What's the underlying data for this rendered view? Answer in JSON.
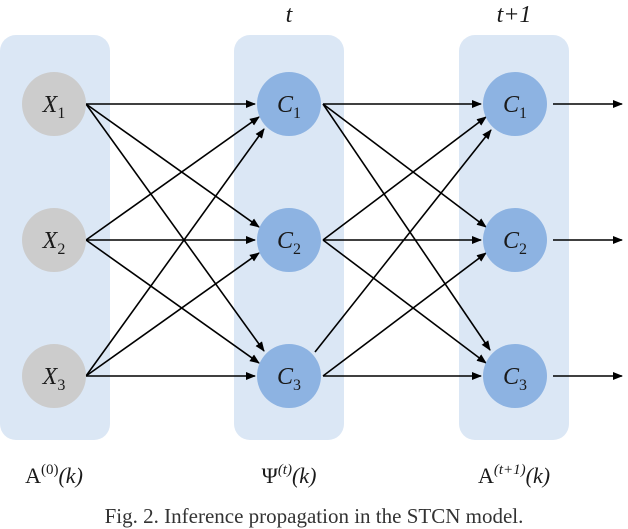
{
  "columns": [
    {
      "id": "input",
      "lane_label_base": "A",
      "lane_label_sup": "(0)",
      "lane_label_arg": "(k)",
      "header": ""
    },
    {
      "id": "hidden_t",
      "lane_label_base": "Ψ",
      "lane_label_sup": "(t)",
      "lane_label_arg": "(k)",
      "header": "t"
    },
    {
      "id": "hidden_t1",
      "lane_label_base": "A",
      "lane_label_sup": "(t+1)",
      "lane_label_arg": "(k)",
      "header": "t+1"
    }
  ],
  "nodes": {
    "input": [
      {
        "id": "x1",
        "letter": "X",
        "sub": "1"
      },
      {
        "id": "x2",
        "letter": "X",
        "sub": "2"
      },
      {
        "id": "x3",
        "letter": "X",
        "sub": "3"
      }
    ],
    "hidden_t": [
      {
        "id": "c1t",
        "letter": "C",
        "sub": "1"
      },
      {
        "id": "c2t",
        "letter": "C",
        "sub": "2"
      },
      {
        "id": "c3t",
        "letter": "C",
        "sub": "3"
      }
    ],
    "hidden_t1": [
      {
        "id": "c1t1",
        "letter": "C",
        "sub": "1"
      },
      {
        "id": "c2t1",
        "letter": "C",
        "sub": "2"
      },
      {
        "id": "c3t1",
        "letter": "C",
        "sub": "3"
      }
    ]
  },
  "connections": "fully-connected between adjacent columns; outgoing arrows from last column",
  "colors": {
    "lane": "#dbe7f5",
    "input_node": "#cccccc",
    "hidden_node": "#8db3e2",
    "edge": "#000000"
  },
  "caption": "Fig. 2. Inference propagation in the STCN model."
}
